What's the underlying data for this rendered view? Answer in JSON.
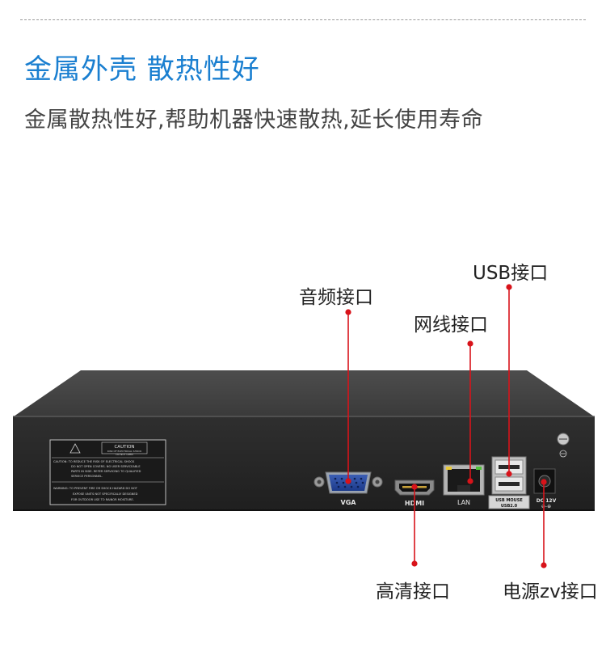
{
  "header": {
    "title": "金属外壳  散热性好",
    "subtitle": "金属散热性好,帮助机器快速散热,延长使用寿命"
  },
  "callouts": {
    "audio": "音频接口",
    "usb": "USB接口",
    "network": "网线接口",
    "hdmi": "高清接口",
    "power": "电源zv接口"
  },
  "device_labels": {
    "caution_title": "CAUTION",
    "caution_sub1": "RISK OF ELECTRICAL SHOCK",
    "caution_sub2": "DO NOT OPEN",
    "caution_line1": "CAUTION: TO REDUCE THE RISK OF ELECTRICAL SHOCK",
    "caution_line2": "DO NOT OPEN COVERS. NO USER SERVICEABLE",
    "caution_line3": "PARTS IN SIDE. REFER SERVICING TO QUALIFIED",
    "caution_line4": "SERVICE PERSONNEL.",
    "caution_line5": "WARNING: TO PREVENT FIRE OR SHOCK HAZARD DO NOT",
    "caution_line6": "EXPOSE UNITS NOT SPECIFICALLY DESIGNED",
    "caution_line7": "FOR OUTDOOR USE TO RAINOR MOISTURE.",
    "vga": "VGA",
    "hdmi": "HDMI",
    "lan": "LAN",
    "usb": "USB MOUSE",
    "usb_ver": "USB2.0",
    "dc": "DC 12V"
  },
  "colors": {
    "accent": "#1a7fd0",
    "callout": "#d8131a",
    "chassis": "#2b2b2b"
  }
}
